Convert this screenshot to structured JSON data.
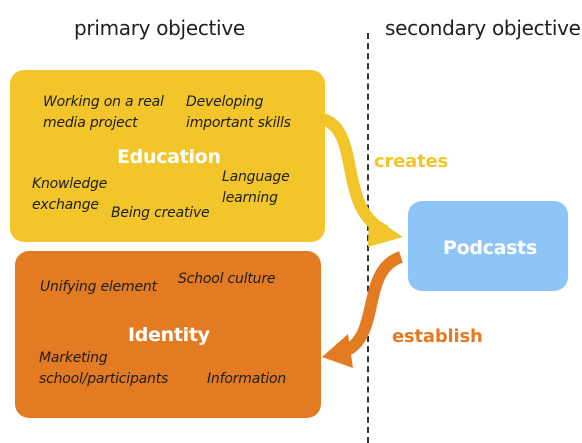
{
  "columns": {
    "primary": "primary objective",
    "secondary": "secondary objective"
  },
  "education": {
    "title": "Education",
    "items": [
      "Working on a real\nmedia project",
      "Developing\nimportant skills",
      "Knowledge\nexchange",
      "Being creative",
      "Language\nlearning"
    ]
  },
  "identity": {
    "title": "Identity",
    "items": [
      "Unifying element",
      "School culture",
      "Marketing\nschool/participants",
      "Information"
    ]
  },
  "podcasts": {
    "title": "Podcasts"
  },
  "relations": {
    "creates": "creates",
    "establish": "establish"
  },
  "colors": {
    "education": "#f2c52b",
    "identity": "#e37b22",
    "podcasts": "#8ec5f7"
  }
}
